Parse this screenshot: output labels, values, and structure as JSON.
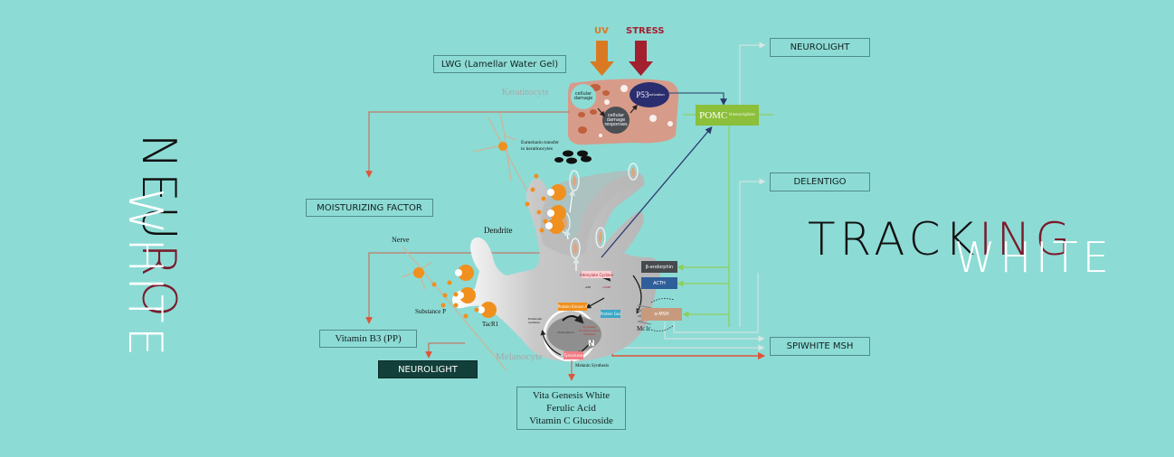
{
  "colors": {
    "background": "#8ddbd5",
    "accent_red": "#7a1a2b",
    "uv_orange": "#d97a22",
    "stress_red": "#a3202f",
    "pomc_green": "#8cbf3a",
    "keratinocyte": "#d79b8a",
    "p53": "#2a2e6e",
    "arrow_red": "#e0533a",
    "arrow_green": "#8cd05a"
  },
  "left_title": {
    "part1": "NEU",
    "part2": "RO",
    "part3": "WHITE"
  },
  "right_title": {
    "part1": "TRACK",
    "part2": "ING",
    "part3": "WHITE"
  },
  "triggers": {
    "uv": "UV",
    "stress": "STRESS"
  },
  "boxes": {
    "lwg": "LWG (Lamellar Water Gel)",
    "moisturizing": "MOISTURIZING FACTOR",
    "vitamin_b3": "Vitamin B3  (PP)",
    "neurolight_bottom": "NEUROLIGHT",
    "neurolight_top": "NEUROLIGHT",
    "delentigo": "DELENTIGO",
    "spiwhite": "SPIWHITE MSH",
    "melanin_products": [
      "Vita Genesis White",
      "Ferulic Acid",
      "Vitamin C Glucoside"
    ]
  },
  "labels": {
    "keratinocyte": "Keratinocyte",
    "melanocyte": "Melanocyte",
    "dendrite": "Dendrite",
    "nerve": "Nerve",
    "substance_p": "Substance P",
    "tacr1": "TacR1",
    "eumelanin_transfer": [
      "Eumelanin transfer",
      "to keratinocytes"
    ],
    "cellular_damage": [
      "cellular",
      "damage"
    ],
    "damage_responses": [
      "cellular",
      "damage",
      "responses"
    ],
    "p53": "P53",
    "p53_sub": "activation",
    "pomc": "POMC",
    "pomc_sub": "transcription",
    "beta_endorphin": "β-endorphin",
    "acth": "ACTH",
    "alpha_msh": "α-MSH",
    "mc1r": "Mc1r",
    "adenylate_cyclase": "Adenylate Cyclase",
    "atp": "ATP",
    "camp": "cAMP",
    "protein_kinase": "Protein Kinase A",
    "protein_gas": "Protein Gas",
    "tyrosinase": "Tyrosinase",
    "eumelanin_synthesis": [
      "Eumelanin",
      "synthesis"
    ],
    "nucleus_text": [
      "Transcription"
    ],
    "nucleus_red": [
      "Tyrosinase",
      "Phosphorylation",
      "Synthesis"
    ],
    "nucleus_n": "N",
    "melanin_synthesis": "Melanin Synthesis"
  }
}
